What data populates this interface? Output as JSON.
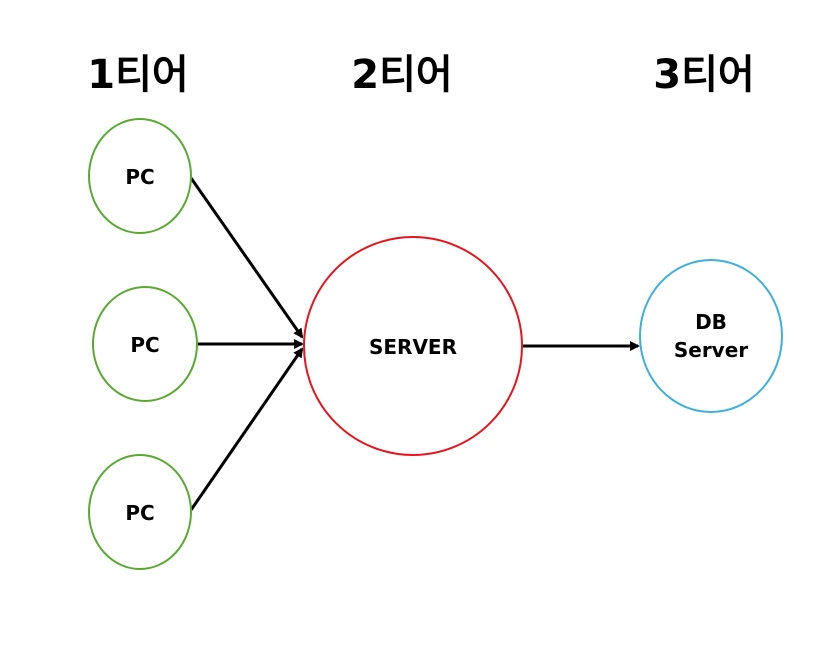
{
  "tiers": [
    {
      "label": "1티어"
    },
    {
      "label": "2티어"
    },
    {
      "label": "3티어"
    }
  ],
  "nodes": {
    "pc_top": {
      "label": "PC",
      "color": "#5aaa32"
    },
    "pc_mid": {
      "label": "PC",
      "color": "#5aaa32"
    },
    "pc_bottom": {
      "label": "PC",
      "color": "#5aaa32"
    },
    "server": {
      "label": "SERVER",
      "color": "#e8141e"
    },
    "db_server": {
      "line1": "DB",
      "line2": "Server",
      "color": "#3fb0dc"
    }
  },
  "edges": [
    {
      "from": "pc_top",
      "to": "server"
    },
    {
      "from": "pc_mid",
      "to": "server"
    },
    {
      "from": "pc_bottom",
      "to": "server"
    },
    {
      "from": "server",
      "to": "db_server"
    }
  ]
}
